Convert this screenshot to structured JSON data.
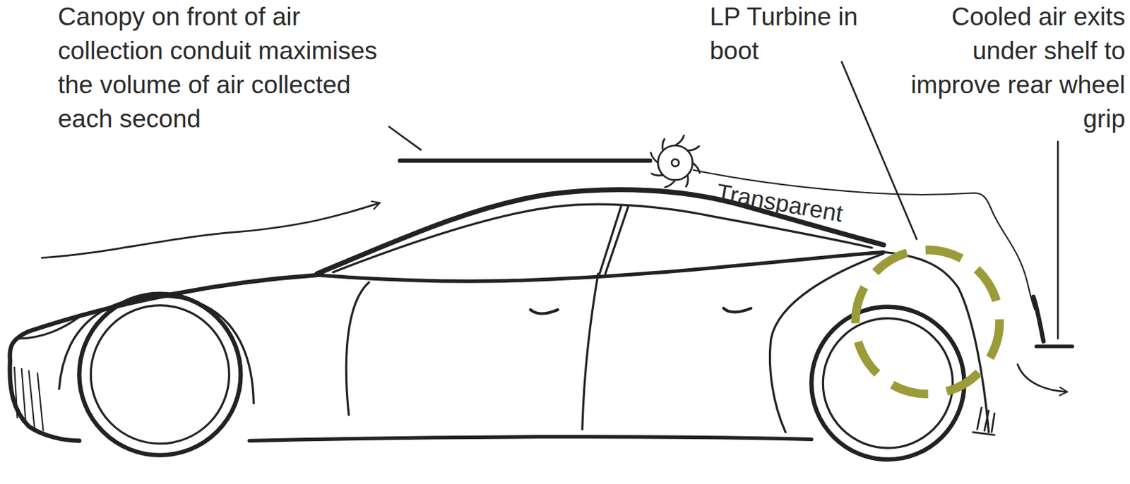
{
  "diagram": {
    "labels": [
      "Canopy on front of air collection conduit maximises the volume of air collected each second",
      "LP Turbine in boot",
      "Cooled air exits under shelf to improve rear wheel grip",
      "Transparent"
    ]
  }
}
